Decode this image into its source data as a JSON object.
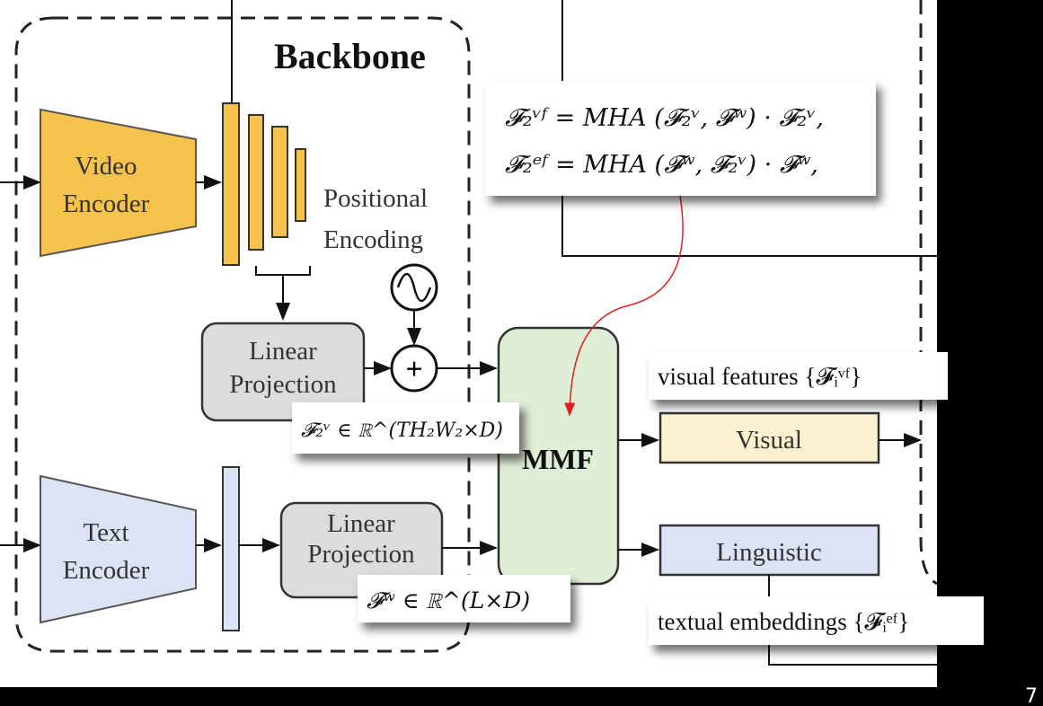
{
  "diagram": {
    "backbone_title": "Backbone",
    "video_encoder": [
      "Video",
      "Encoder"
    ],
    "text_encoder": [
      "Text",
      "Encoder"
    ],
    "positional_encoding": [
      "Positional",
      "Encoding"
    ],
    "linear_projection_top": [
      "Linear",
      "Projection"
    ],
    "linear_projection_bottom": [
      "Linear",
      "Projection"
    ],
    "mmf": "MMF",
    "visual": "Visual",
    "linguistic": "Linguistic",
    "plus_symbol": "+",
    "page_number": "7"
  },
  "annotations": {
    "formula_line1": "𝓕₂ᵛᶠ = MHA (𝓕₂ᵛ, 𝓕ʷ) · 𝓕₂ᵛ,",
    "formula_line2": "𝓕₂ᵉᶠ = MHA (𝓕ʷ, 𝓕₂ᵛ) · 𝓕ʷ,",
    "video_feature_shape": "𝓕₂ᵛ ∈ ℝ^(TH₂W₂×D)",
    "text_feature_shape": "𝓕ʷ ∈ ℝ^(L×D)",
    "visual_features": "visual features {𝓕ᵢᵛᶠ}",
    "textual_embeddings": "textual embeddings {𝓕ᵢᵉᶠ}"
  },
  "colors": {
    "video": "#f6c24e",
    "text": "#dbe3f4",
    "projection": "#dcdcdc",
    "mmf": "#dfeed6",
    "visual_box": "#fbf0d0",
    "arrow_red": "#e02020"
  }
}
